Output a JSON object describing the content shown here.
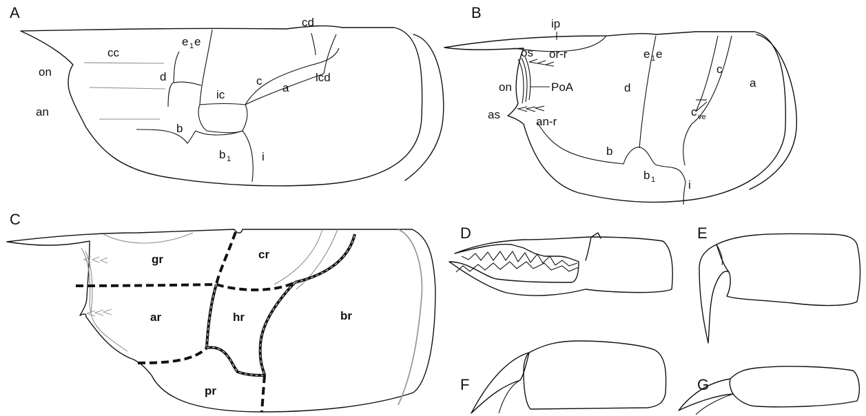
{
  "panels": {
    "A": {
      "letter": "A",
      "labels": {
        "cd": "cd",
        "cc": "cc",
        "e1e_main": "e",
        "e1e_sub": "1",
        "e1e_tail": "e",
        "on": "on",
        "d": "d",
        "c": "c",
        "ic": "ic",
        "lcd": "lcd",
        "a": "a",
        "an": "an",
        "b": "b",
        "b1_main": "b",
        "b1_sub": "1",
        "i": "i"
      }
    },
    "B": {
      "letter": "B",
      "labels": {
        "ip": "ip",
        "os": "os",
        "or_r": "or-r",
        "e1e_main": "e",
        "e1e_sub": "1",
        "e1e_tail": "e",
        "on": "on",
        "PoA": "PoA",
        "d": "d",
        "c": "c",
        "cve_main": "c",
        "cve_sub": "ve",
        "a": "a",
        "as": "as",
        "an_r": "an-r",
        "b": "b",
        "b1_main": "b",
        "b1_sub": "1",
        "i": "i"
      }
    },
    "C": {
      "letter": "C",
      "regions": {
        "gr": "gr",
        "cr": "cr",
        "ar": "ar",
        "hr": "hr",
        "br": "br",
        "pr": "pr"
      }
    },
    "D": {
      "letter": "D"
    },
    "E": {
      "letter": "E"
    },
    "F": {
      "letter": "F"
    },
    "G": {
      "letter": "G"
    }
  }
}
